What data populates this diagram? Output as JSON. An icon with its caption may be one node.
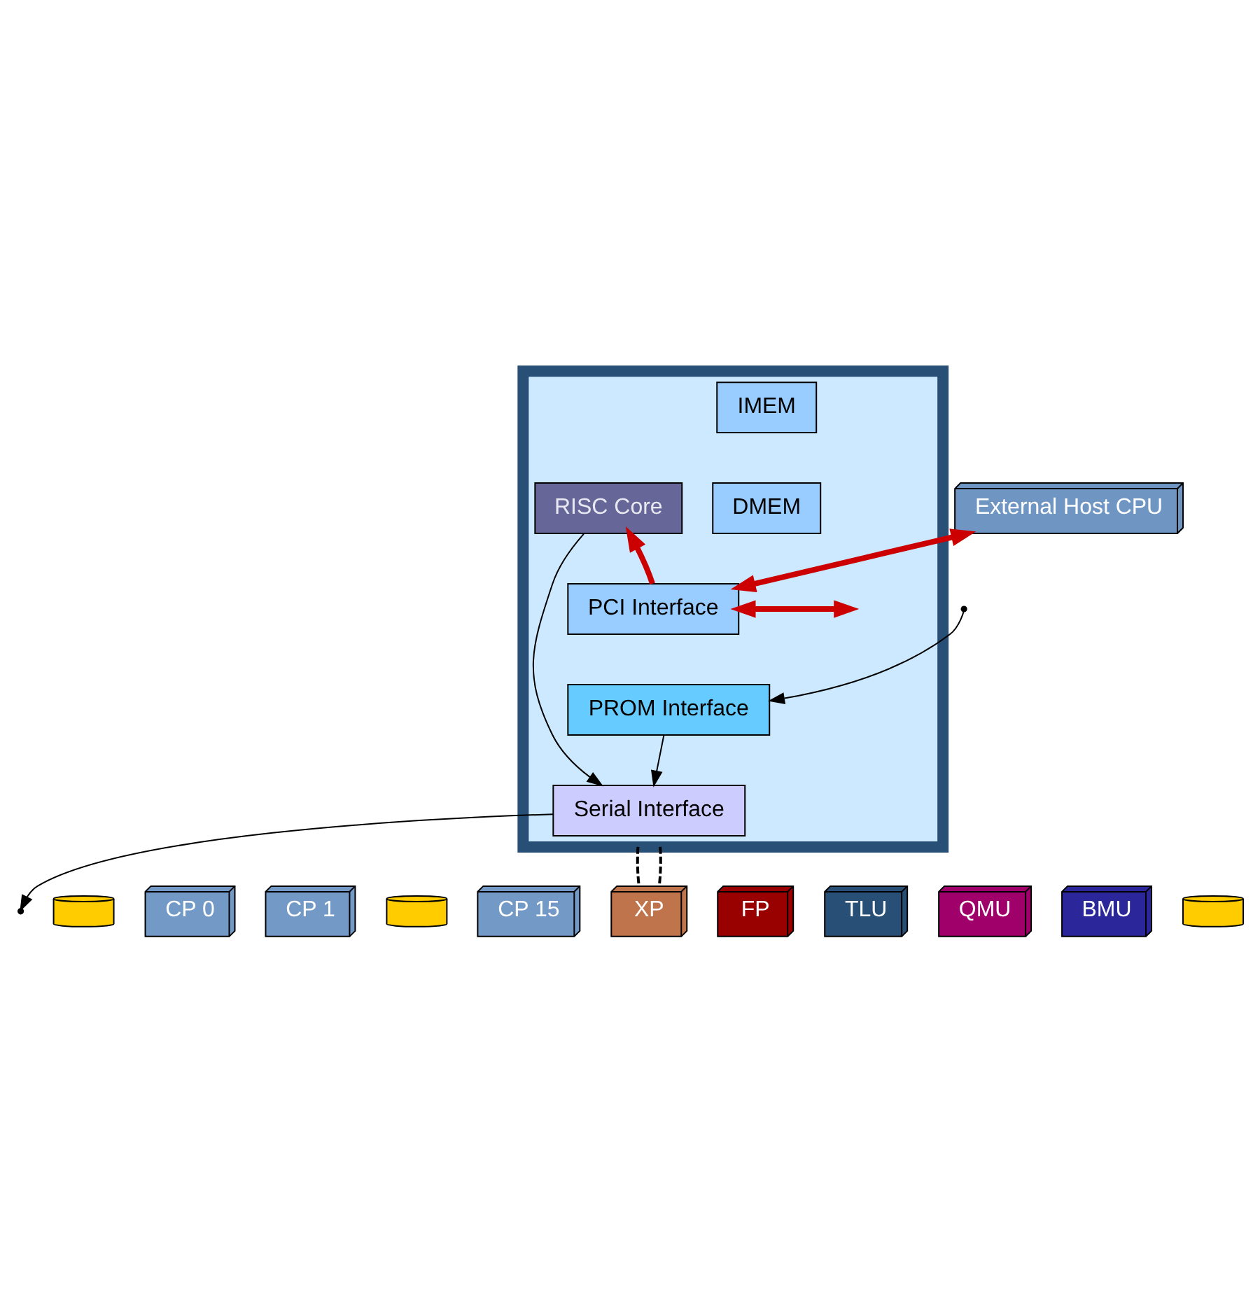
{
  "diagram": {
    "nodes": [
      {
        "text": [],
        "shape": "box"
      },
      {
        "text": [
          "IMEM"
        ],
        "in": 0
      },
      {
        "text": [
          "DMEM"
        ],
        "in": 0
      },
      {
        "text": [
          "RISC Core"
        ],
        "in": 0
      },
      {
        "text": [
          "External Host CPU"
        ]
      },
      {
        "text": [
          "PCI Interface"
        ],
        "in": 0
      },
      {
        "text": [
          "PROM Interface"
        ],
        "in": 0
      },
      {
        "text": [
          "Serial Interface"
        ],
        "in": 0
      },
      {
        "text": [
          "CP 0"
        ]
      },
      {
        "text": [
          "CP 1"
        ]
      },
      {
        "text": [
          "CP 15"
        ]
      },
      {
        "text": [
          "XP"
        ]
      },
      {
        "text": [
          "FP"
        ]
      },
      {
        "text": [
          "TLU"
        ]
      },
      {
        "text": [
          "QMU"
        ]
      },
      {
        "text": [
          "BMU"
        ]
      },
      {
        "text": [],
        "shape": "cylinder"
      },
      {
        "text": [],
        "shape": "cylinder"
      },
      {
        "text": [],
        "shape": "cylinder"
      }
    ],
    "edges": [
      {
        "from": 4,
        "to": 5,
        "arrow": "both",
        "style": "thick",
        "color": "#cc0000"
      },
      {
        "from": 5,
        "to": 3,
        "arrow": "to",
        "style": "thick",
        "color": "#cc0000"
      },
      {
        "from": 5,
        "to": null,
        "arrow": "both",
        "style": "thick",
        "color": "#cc0000"
      },
      {
        "from": null,
        "to": 6,
        "arrow": "to"
      },
      {
        "from": 6,
        "to": 7,
        "arrow": "to"
      },
      {
        "from": 3,
        "to": 7,
        "arrow": "to"
      },
      {
        "from": 7,
        "to": null,
        "arrow": "to"
      },
      {
        "from": 0,
        "to": 11,
        "arrow": "none",
        "style": "dashed"
      },
      {
        "from": 0,
        "to": 11,
        "arrow": "none",
        "style": "dashed"
      }
    ]
  }
}
